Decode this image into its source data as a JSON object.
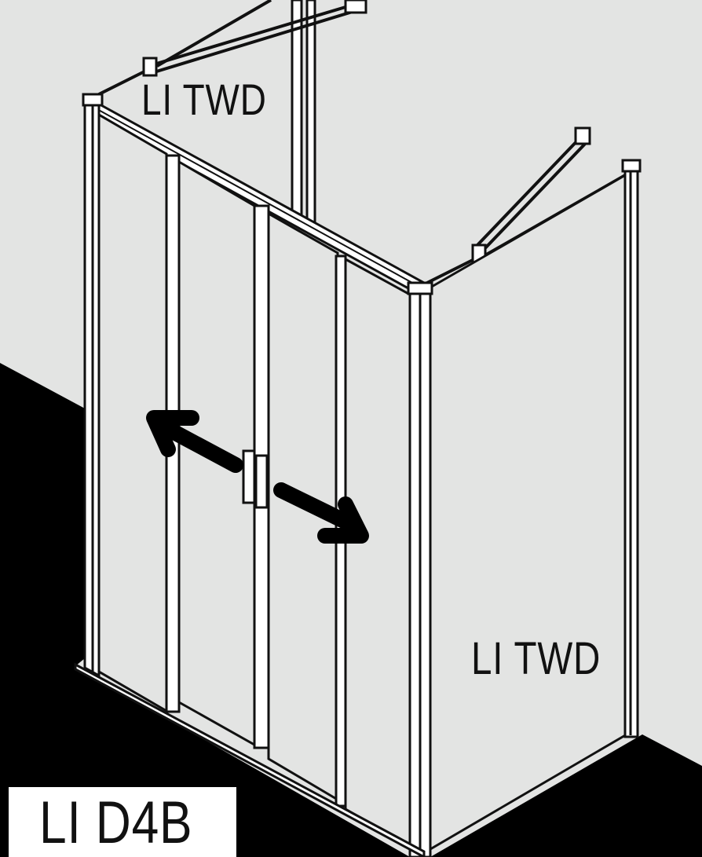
{
  "labels": {
    "top_panel": "LI TWD",
    "side_panel": "LI TWD",
    "model_code": "LI D4B"
  },
  "colors": {
    "background": "#e3e4e3",
    "floor": "#000000",
    "panel": "#e3e4e3",
    "stroke": "#111111",
    "model_box": "#ffffff"
  },
  "icons": {
    "open_left": "arrow-up-left-icon",
    "open_right": "arrow-down-right-icon"
  }
}
